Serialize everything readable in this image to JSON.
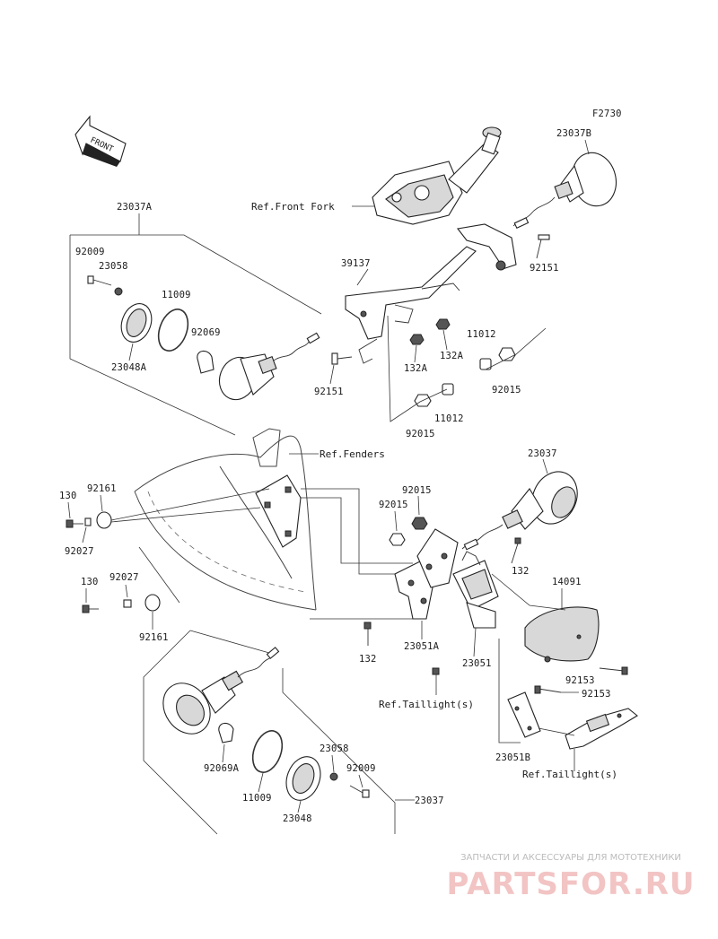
{
  "figure_code": "F2730",
  "front_label": "FRONT",
  "refs": {
    "front_fork": "Ref.Front Fork",
    "fenders": "Ref.Fenders",
    "taillight_1": "Ref.Taillight(s)",
    "taillight_2": "Ref.Taillight(s)"
  },
  "labels": {
    "p23037B": "23037B",
    "p23037A": "23037A",
    "p92009_a": "92009",
    "p23058_a": "23058",
    "p11009_a": "11009",
    "p92069": "92069",
    "p23048A": "23048A",
    "p39137": "39137",
    "p92151_a": "92151",
    "p92151_b": "92151",
    "p132A_a": "132A",
    "p132A_b": "132A",
    "p11012_a": "11012",
    "p11012_b": "11012",
    "p92015_a": "92015",
    "p92015_b": "92015",
    "p92015_c": "92015",
    "p92015_d": "92015",
    "p23037_a": "23037",
    "p23037_b": "23037",
    "p130_a": "130",
    "p130_b": "130",
    "p92161_a": "92161",
    "p92161_b": "92161",
    "p92027_a": "92027",
    "p92027_b": "92027",
    "p132_a": "132",
    "p132_b": "132",
    "p14091": "14091",
    "p23051A": "23051A",
    "p23051": "23051",
    "p92153_a": "92153",
    "p92153_b": "92153",
    "p23051B": "23051B",
    "p92069A": "92069A",
    "p11009_b": "11009",
    "p23058_b": "23058",
    "p92009_b": "92009",
    "p23048": "23048"
  },
  "watermark": {
    "tagline": "ЗАПЧАСТИ И АКСЕССУАРЫ ДЛЯ МОТОТЕХНИКИ",
    "brand": "PARTSFOR.RU"
  }
}
